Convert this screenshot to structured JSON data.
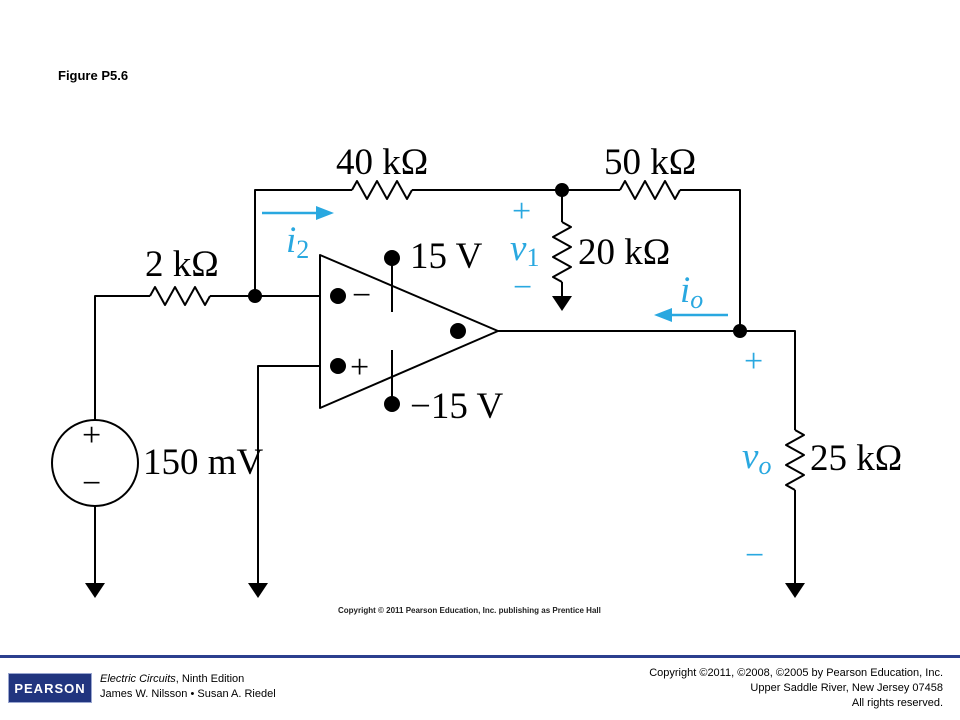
{
  "figure": {
    "title": "Figure P5.6"
  },
  "labels": {
    "r_40k": "40 kΩ",
    "r_50k": "50 kΩ",
    "r_20k": "20 kΩ",
    "r_2k": "2 kΩ",
    "r_25k": "25 kΩ",
    "supply_pos": "15 V",
    "supply_neg": "−15 V",
    "source": "150 mV",
    "i2_main": "i",
    "i2_sub": "2",
    "v1_main": "v",
    "v1_sub": "1",
    "io_main": "i",
    "io_sub": "o",
    "vo_main": "v",
    "vo_sub": "o",
    "plus": "+",
    "minus": "−"
  },
  "colors": {
    "wire": "#000000",
    "annotation": "#29a8e0",
    "footer": "#2b3f8e"
  },
  "copyright_line": "Copyright © 2011 Pearson Education, Inc. publishing as Prentice Hall",
  "footer": {
    "logo": "PEARSON",
    "book_title": "Electric Circuits",
    "book_edition": ", Ninth Edition",
    "authors": "James W. Nilsson • Susan A. Riedel",
    "copyright": "Copyright ©2011, ©2008, ©2005 by Pearson Education, Inc.",
    "address": "Upper Saddle River, New Jersey 07458",
    "rights": "All rights reserved."
  }
}
